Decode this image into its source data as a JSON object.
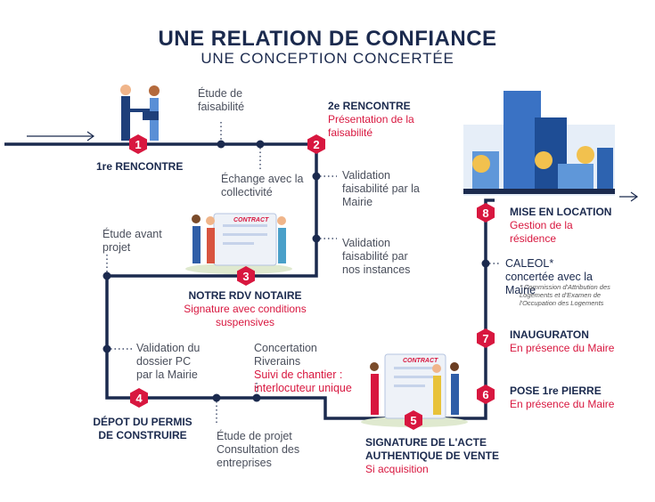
{
  "title": "UNE RELATION DE CONFIANCE",
  "subtitle": "UNE CONCEPTION CONCERTÉE",
  "colors": {
    "navy": "#1b2a4e",
    "red": "#d8173f",
    "grey": "#9aa0ab"
  },
  "steps": [
    {
      "num": "1",
      "title": "1re RENCONTRE"
    },
    {
      "num": "2",
      "title": "2e RENCONTRE",
      "detail": "Présentation de la faisabilité"
    },
    {
      "num": "3",
      "title": "NOTRE RDV NOTAIRE",
      "detail": "Signature avec conditions suspensives"
    },
    {
      "num": "4",
      "title": "DÉPOT DU PERMIS DE CONSTRUIRE"
    },
    {
      "num": "5",
      "title": "SIGNATURE DE L'ACTE AUTHENTIQUE DE VENTE",
      "detail": "Si acquisition"
    },
    {
      "num": "6",
      "title": "POSE 1re PIERRE",
      "detail": "En présence du Maire"
    },
    {
      "num": "7",
      "title": "INAUGURATON",
      "detail": "En présence du Maire"
    },
    {
      "num": "8",
      "title": "MISE EN LOCATION",
      "detail": "Gestion de la résidence"
    }
  ],
  "milestones": {
    "etude_faisabilite": "Étude de faisabilité",
    "echange_collectivite": "Échange avec la collectivité",
    "validation_mairie": "Validation faisabilité par la Mairie",
    "validation_instances": "Validation faisabilité par nos instances",
    "etude_avant_projet": "Étude avant projet",
    "validation_pc": "Validation du dossier PC par la Mairie",
    "concertation": "Concertation Riverains",
    "suivi_chantier": "Suivi de chantier : interlocuteur unique",
    "etude_projet": "Étude de projet Consultation des entreprises",
    "caleol": "CALEOL* concertée avec la Mairie",
    "caleol_note": "* Commission d'Attribution des Logements et d'Examen de l'Occupation des Logements"
  },
  "contract_label": "CONTRACT"
}
